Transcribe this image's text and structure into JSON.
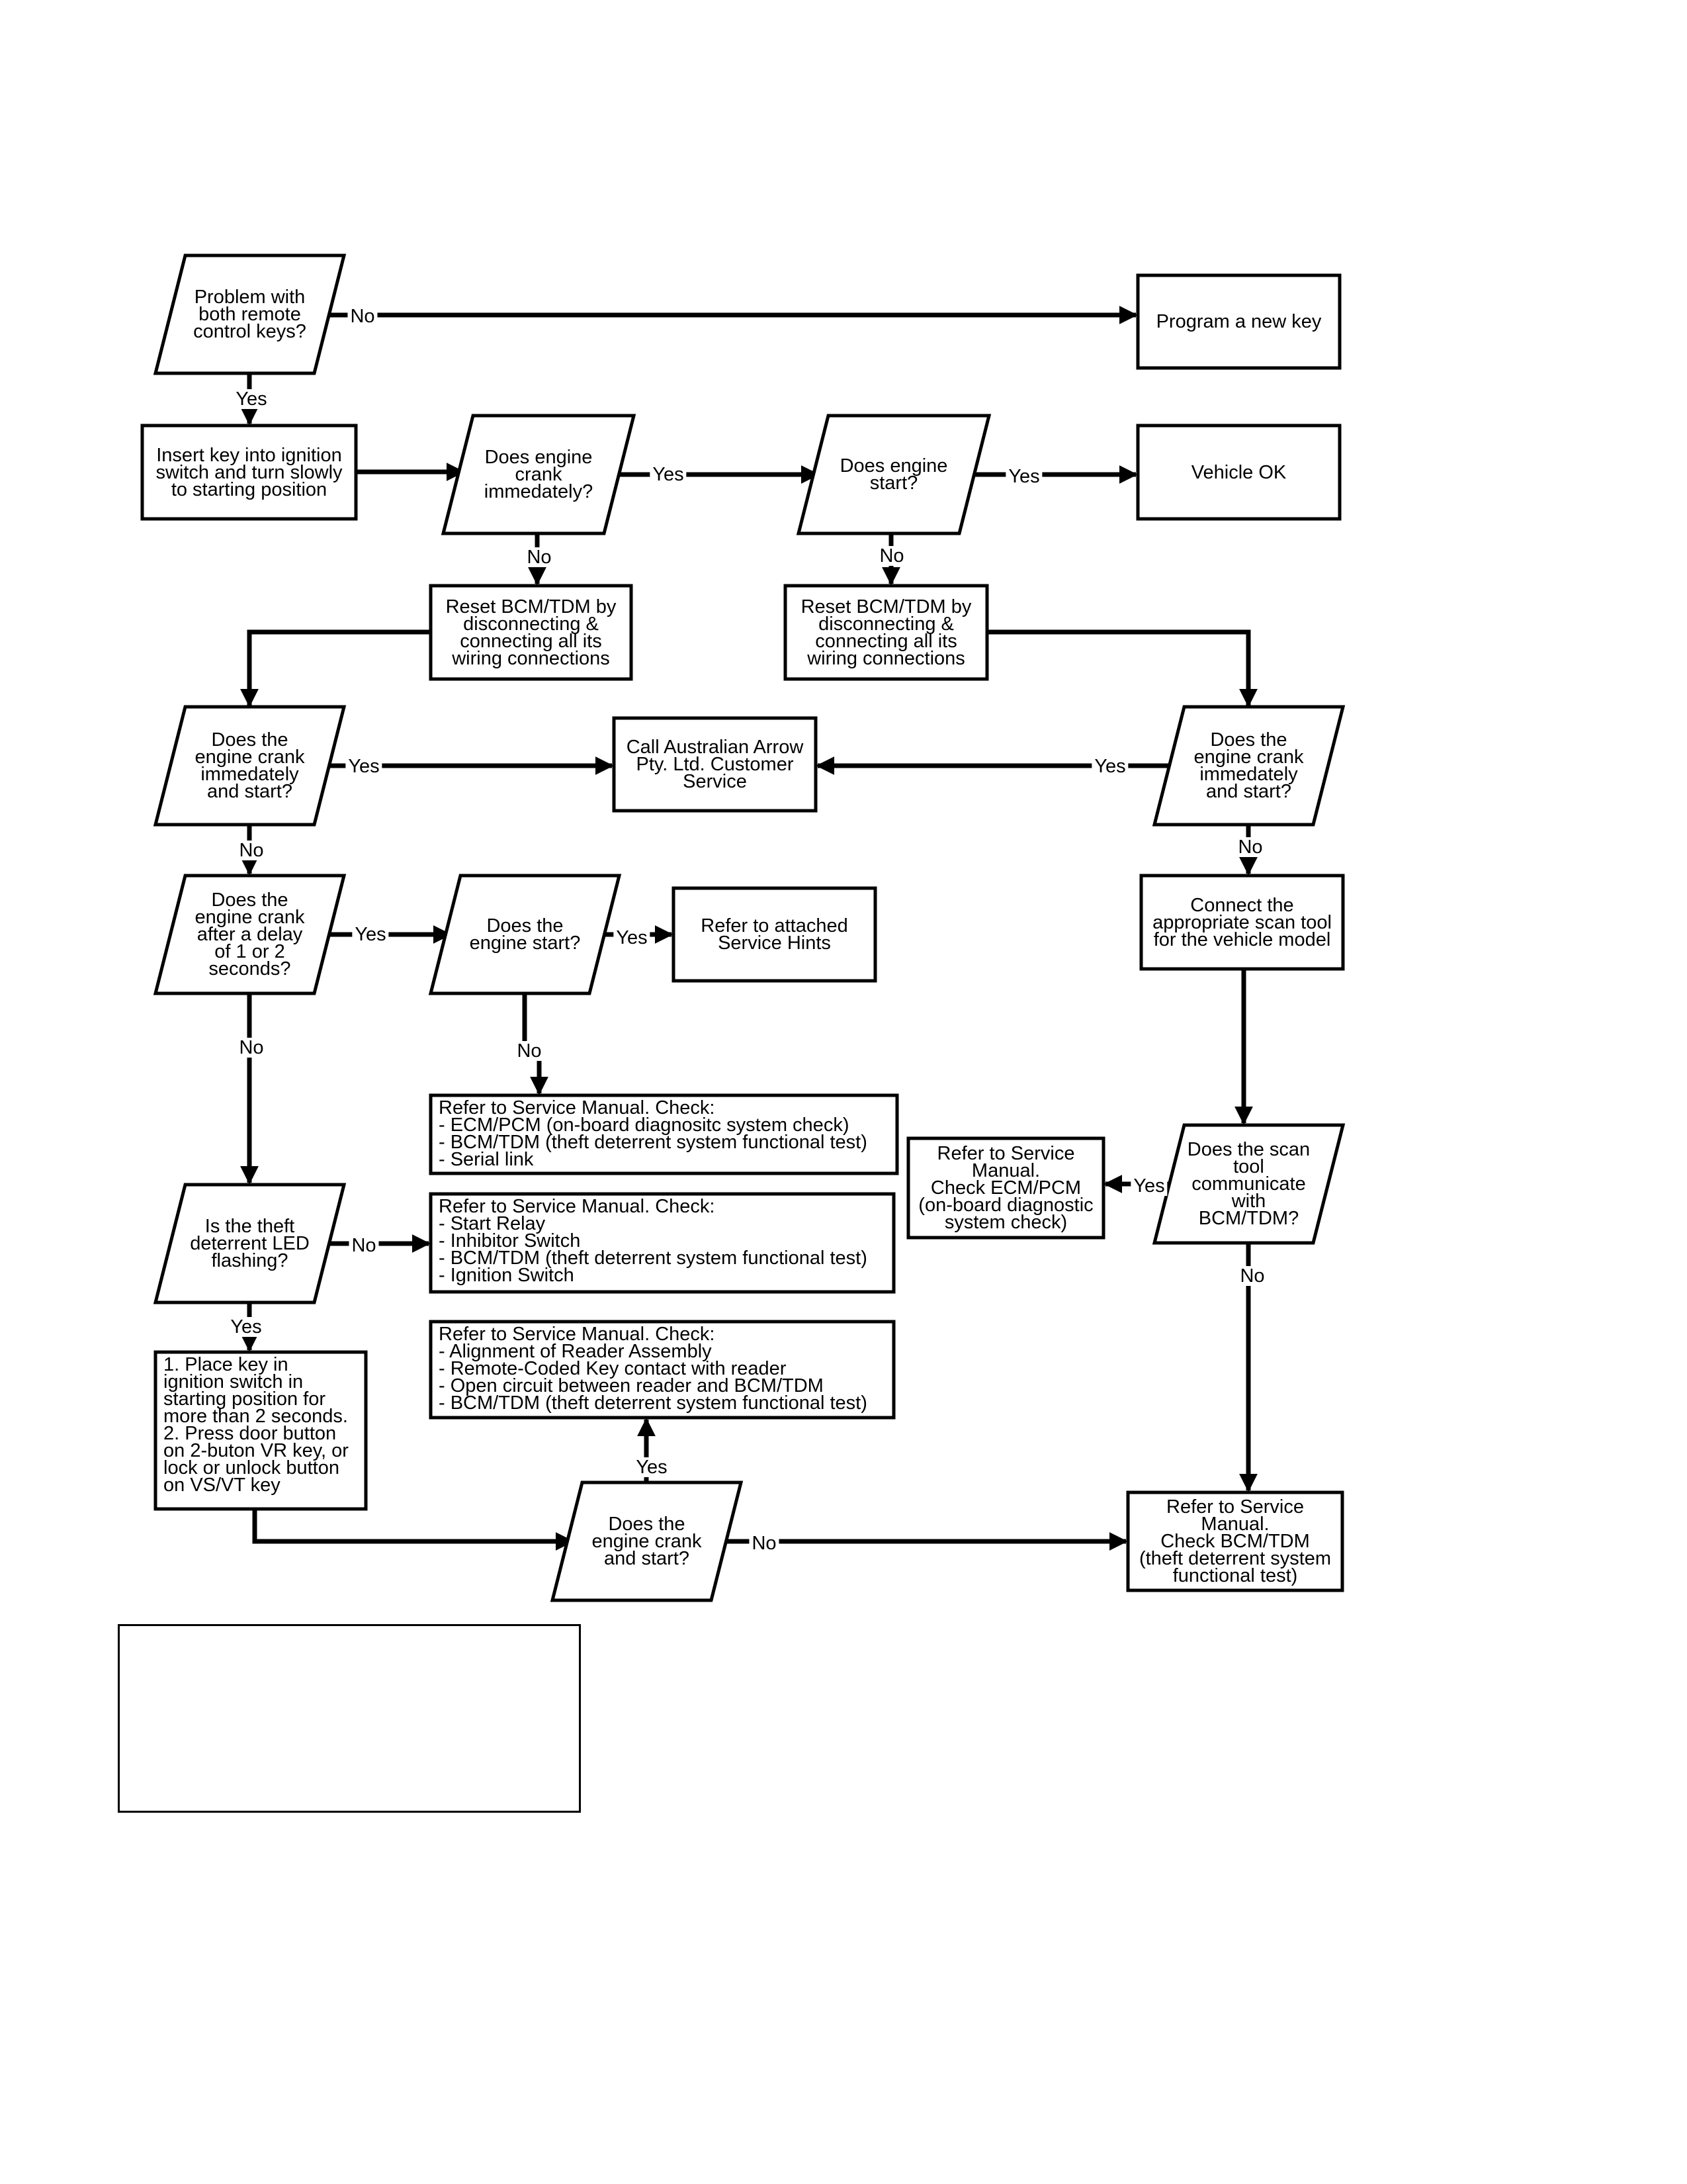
{
  "nodes": {
    "n1": {
      "lines": [
        "Problem with",
        "both remote",
        "control keys?"
      ]
    },
    "n2": {
      "lines": [
        "Program a new  key"
      ]
    },
    "n3": {
      "lines": [
        "Insert key into ignition",
        "switch and turn slowly",
        "to starting position"
      ]
    },
    "n4": {
      "lines": [
        "Does engine",
        "crank",
        "immedately?"
      ]
    },
    "n5": {
      "lines": [
        "Does engine",
        "start?"
      ]
    },
    "n6": {
      "lines": [
        "Vehicle OK"
      ]
    },
    "n7": {
      "lines": [
        "Reset BCM/TDM by",
        "disconnecting &",
        "connecting all its",
        "wiring connections"
      ]
    },
    "n8": {
      "lines": [
        "Reset BCM/TDM by",
        "disconnecting &",
        "connecting all its",
        "wiring connections"
      ]
    },
    "n9": {
      "lines": [
        "Does the",
        "engine crank",
        "immedately",
        "and start?"
      ]
    },
    "n10": {
      "lines": [
        "Call Australian Arrow",
        "Pty. Ltd. Customer",
        "Service"
      ]
    },
    "n11": {
      "lines": [
        "Does the",
        "engine crank",
        "immedately",
        "and start?"
      ]
    },
    "n12": {
      "lines": [
        "Does the",
        "engine crank",
        "after a delay",
        "of 1 or 2",
        "seconds?"
      ]
    },
    "n13": {
      "lines": [
        "Does the",
        "engine start?"
      ]
    },
    "n14": {
      "lines": [
        "Refer to attached",
        "Service Hints"
      ]
    },
    "n15": {
      "lines": [
        "Connect the",
        "appropriate scan tool",
        "for the vehicle model"
      ]
    },
    "n16": {
      "lines": [
        "Refer to Service Manual.  Check:",
        "- ECM/PCM (on-board diagnositc system check)",
        "- BCM/TDM (theft deterrent system functional test)",
        "- Serial link"
      ]
    },
    "n17": {
      "lines": [
        "Refer to Service",
        "Manual.",
        "Check ECM/PCM",
        "(on-board diagnostic",
        "system check)"
      ]
    },
    "n18": {
      "lines": [
        "Does the scan",
        "tool",
        "communicate",
        "with",
        "BCM/TDM?"
      ]
    },
    "n19": {
      "lines": [
        "Is the theft",
        "deterrent LED",
        "flashing?"
      ]
    },
    "n20": {
      "lines": [
        "Refer to Service Manual.  Check:",
        "- Start Relay",
        "- Inhibitor Switch",
        "- BCM/TDM (theft deterrent system functional test)",
        "- Ignition Switch"
      ]
    },
    "n21": {
      "lines": [
        "1.  Place key in",
        "ignition switch in",
        "starting position for",
        "more than 2 seconds.",
        "2.  Press door button",
        "on 2-buton VR key, or",
        "lock or unlock button",
        "on VS/VT key"
      ]
    },
    "n22": {
      "lines": [
        "Refer to Service Manual.  Check:",
        "- Alignment of Reader Assembly",
        "- Remote-Coded Key contact with reader",
        "- Open circuit between reader and BCM/TDM",
        "- BCM/TDM (theft deterrent system functional test)"
      ]
    },
    "n23": {
      "lines": [
        "Does the",
        "engine crank",
        "and start?"
      ]
    },
    "n24": {
      "lines": [
        "Refer to Service",
        "Manual.",
        "Check BCM/TDM",
        "(theft deterrent system",
        "functional test)"
      ]
    }
  },
  "edges": [
    {
      "from": "n1",
      "to": "n2",
      "label": "No"
    },
    {
      "from": "n1",
      "to": "n3",
      "label": "Yes"
    },
    {
      "from": "n3",
      "to": "n4",
      "label": ""
    },
    {
      "from": "n4",
      "to": "n5",
      "label": "Yes"
    },
    {
      "from": "n5",
      "to": "n6",
      "label": "Yes"
    },
    {
      "from": "n4",
      "to": "n7",
      "label": "No"
    },
    {
      "from": "n5",
      "to": "n8",
      "label": "No"
    },
    {
      "from": "n7",
      "to": "n9",
      "label": ""
    },
    {
      "from": "n8",
      "to": "n11",
      "label": ""
    },
    {
      "from": "n9",
      "to": "n10",
      "label": "Yes"
    },
    {
      "from": "n11",
      "to": "n10",
      "label": "Yes"
    },
    {
      "from": "n9",
      "to": "n12",
      "label": "No"
    },
    {
      "from": "n11",
      "to": "n15",
      "label": "No"
    },
    {
      "from": "n12",
      "to": "n13",
      "label": "Yes"
    },
    {
      "from": "n13",
      "to": "n14",
      "label": "Yes"
    },
    {
      "from": "n13",
      "to": "n16",
      "label": "No"
    },
    {
      "from": "n12",
      "to": "n19",
      "label": "No"
    },
    {
      "from": "n15",
      "to": "n18",
      "label": ""
    },
    {
      "from": "n18",
      "to": "n17",
      "label": "Yes"
    },
    {
      "from": "n18",
      "to": "n24",
      "label": "No"
    },
    {
      "from": "n19",
      "to": "n20",
      "label": "No"
    },
    {
      "from": "n19",
      "to": "n21",
      "label": "Yes"
    },
    {
      "from": "n21",
      "to": "n23",
      "label": ""
    },
    {
      "from": "n23",
      "to": "n22",
      "label": "Yes"
    },
    {
      "from": "n23",
      "to": "n24",
      "label": "No"
    }
  ]
}
